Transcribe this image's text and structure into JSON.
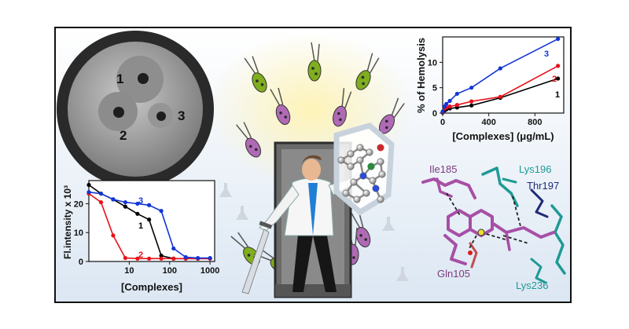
{
  "petri_dish": {
    "labels": [
      "1",
      "2",
      "3"
    ]
  },
  "colors": {
    "series1": "#000000",
    "series2": "#e8101a",
    "series3": "#1235d8",
    "bacteria": "#7fae1e",
    "bacteria_purple": "#b06ab5",
    "ribbon_magenta": "#a74fa6",
    "ribbon_teal": "#1e9a94",
    "ribbon_navy": "#1e2a78",
    "background_gradient": "#dde8f3"
  },
  "protein": {
    "labels": {
      "ile": "Ile185",
      "lys196": "Lys196",
      "thr": "Thr197",
      "gln": "Gln105",
      "lys236": "Lys236"
    }
  },
  "chart_data": [
    {
      "type": "line",
      "id": "hemolysis",
      "xlabel": "[Complexes] (μg/mL)",
      "ylabel": "% of Hemolysis",
      "xlim": [
        0,
        1050
      ],
      "ylim": [
        0,
        15
      ],
      "xticks": [
        "0",
        "400",
        "800"
      ],
      "yticks": [
        "0",
        "5",
        "10"
      ],
      "grid": false,
      "series": [
        {
          "name": "1",
          "color": "#000000",
          "x": [
            0,
            16,
            32,
            62,
            125,
            250,
            500,
            1000
          ],
          "y": [
            0.1,
            0.5,
            0.7,
            0.9,
            1.1,
            1.5,
            3.0,
            6.8
          ]
        },
        {
          "name": "2",
          "color": "#e8101a",
          "x": [
            0,
            16,
            32,
            62,
            125,
            250,
            500,
            1000
          ],
          "y": [
            0.2,
            0.9,
            1.1,
            1.3,
            1.6,
            2.3,
            3.2,
            9.3
          ]
        },
        {
          "name": "3",
          "color": "#1235d8",
          "x": [
            0,
            16,
            32,
            62,
            125,
            250,
            500,
            1000
          ],
          "y": [
            0.3,
            1.3,
            1.8,
            2.4,
            3.8,
            5.0,
            8.8,
            14.6
          ]
        }
      ]
    },
    {
      "type": "line",
      "id": "fluorescence",
      "xlabel": "[Complexes]",
      "ylabel": "Fl.intensity x 10³",
      "xscale": "log",
      "xlim": [
        1,
        1300
      ],
      "ylim": [
        0,
        28
      ],
      "xticks": [
        "10",
        "100",
        "1000"
      ],
      "yticks": [
        "0",
        "10",
        "20"
      ],
      "grid": false,
      "series": [
        {
          "name": "1",
          "color": "#000000",
          "x": [
            1,
            2,
            4,
            8,
            16,
            31,
            62,
            125,
            250,
            500,
            1000
          ],
          "y": [
            26.5,
            23.5,
            21.5,
            19.0,
            16.5,
            14.5,
            2.0,
            1.0,
            1.0,
            1.0,
            1.0
          ]
        },
        {
          "name": "2",
          "color": "#e8101a",
          "x": [
            1,
            2,
            4,
            8,
            16,
            31,
            62,
            125,
            250,
            500,
            1000
          ],
          "y": [
            23.5,
            20.5,
            9.0,
            1.2,
            1.0,
            1.0,
            1.0,
            1.0,
            1.0,
            1.0,
            1.0
          ]
        },
        {
          "name": "3",
          "color": "#1235d8",
          "x": [
            1,
            2,
            4,
            8,
            16,
            31,
            62,
            125,
            250,
            500,
            1000
          ],
          "y": [
            24.0,
            23.5,
            21.5,
            20.5,
            20.0,
            19.5,
            17.5,
            4.5,
            1.5,
            1.2,
            1.2
          ]
        }
      ]
    }
  ]
}
